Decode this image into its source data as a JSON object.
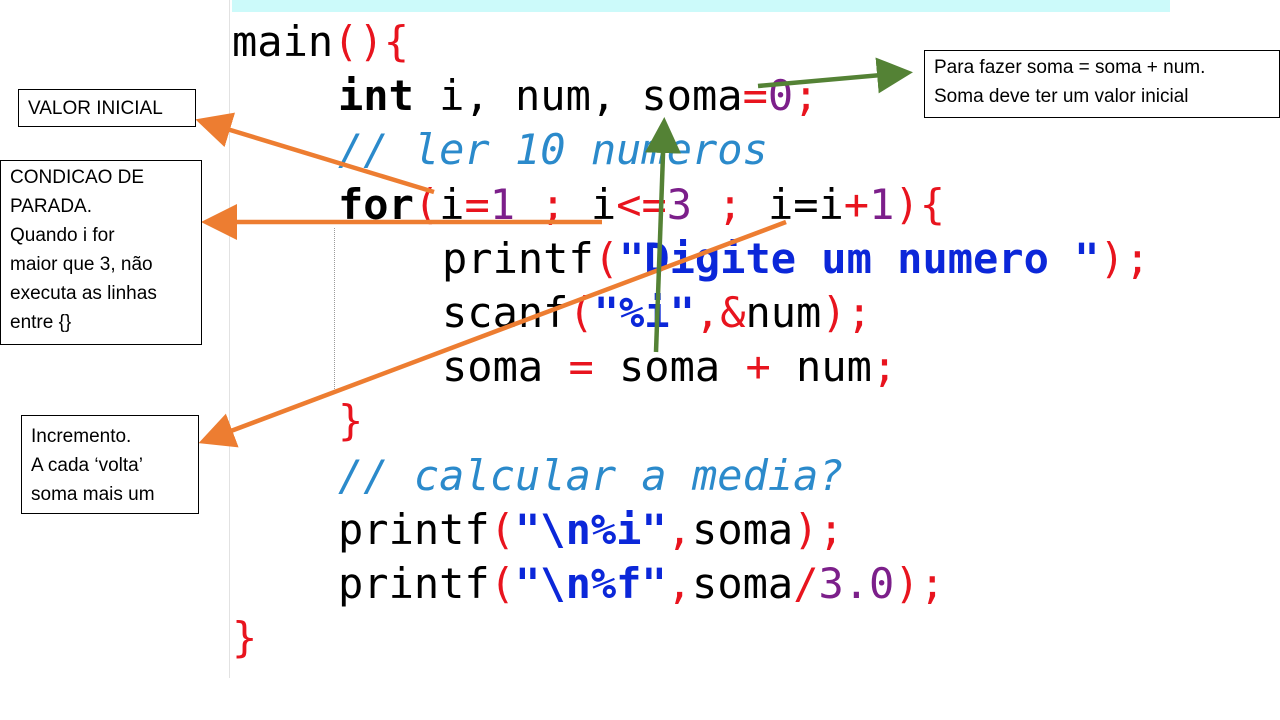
{
  "code": {
    "main": "main",
    "paren_open": "(",
    "paren_close": ")",
    "brace_open": "{",
    "brace_close": "}",
    "semicolon": ";",
    "comma": ",",
    "kw_int": "int",
    "kw_for": "for",
    "decl_vars": " i, num, soma",
    "assign": "=",
    "zero": "0",
    "comment_ler": "// ler 10 numeros",
    "i_var": "i",
    "num_var": "num",
    "one": "1",
    "for_sep": " ; ",
    "lte": "<=",
    "three": "3",
    "i_eq_i": "i=i",
    "plus": "+",
    "printf": "printf",
    "scanf": "scanf",
    "str_digite": "\"Digite um numero \"",
    "str_fmt_i": "\"%i\"",
    "amp": "&",
    "soma_var": "soma",
    "eq_spaced": " = ",
    "plus_spaced": " + ",
    "comment_media": "// calcular a media?",
    "str_n_i": "\"\\n%i\"",
    "str_n_f": "\"\\n%f\"",
    "slash": "/",
    "three_point_zero": "3.0"
  },
  "annotations": {
    "valor_inicial": "VALOR INICIAL",
    "condicao": [
      "CONDICAO DE",
      "PARADA.",
      "Quando i for",
      "maior que 3, não",
      "executa as linhas",
      "entre {}"
    ],
    "incremento": [
      "Incremento.",
      "A cada ‘volta’",
      "soma mais um"
    ],
    "soma": [
      "Para fazer soma = soma + num.",
      "Soma deve ter um valor inicial"
    ]
  },
  "colors": {
    "orange_arrow": "#ed7d31",
    "green_arrow": "#548235",
    "keyword_red": "#e8141e",
    "string_blue": "#0b27d9",
    "number_purple": "#7c1f8a",
    "comment_blue": "#2b8acb",
    "top_bar": "#ccfafa"
  }
}
